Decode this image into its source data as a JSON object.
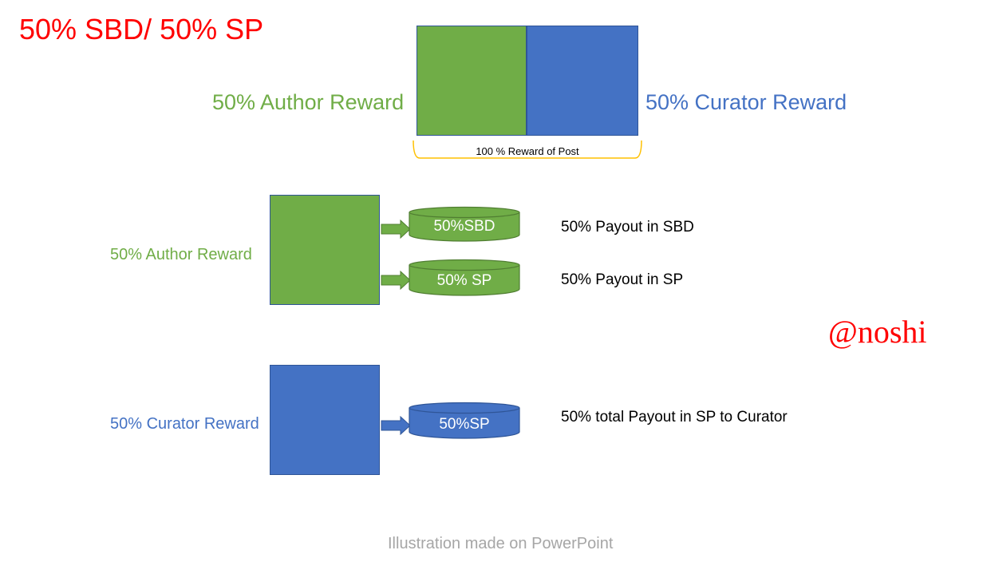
{
  "title": "50% SBD/ 50% SP",
  "top_split": {
    "author_label": "50% Author Reward",
    "curator_label": "50% Curator Reward",
    "brace_label": "100 % Reward of Post"
  },
  "author_section": {
    "label": "50% Author Reward",
    "cylinders": [
      {
        "label": "50%SBD",
        "payout": "50% Payout in SBD"
      },
      {
        "label": "50% SP",
        "payout": "50% Payout in SP"
      }
    ]
  },
  "curator_section": {
    "label": "50% Curator Reward",
    "cylinder": {
      "label": "50%SP",
      "payout": "50% total Payout in SP to Curator"
    }
  },
  "watermark": "@noshi",
  "footer": "Illustration made on PowerPoint",
  "colors": {
    "author": "#70ad47",
    "curator": "#4472c4",
    "title": "#ff0000",
    "brace": "#ffc000",
    "footer": "#a6a6a6"
  }
}
